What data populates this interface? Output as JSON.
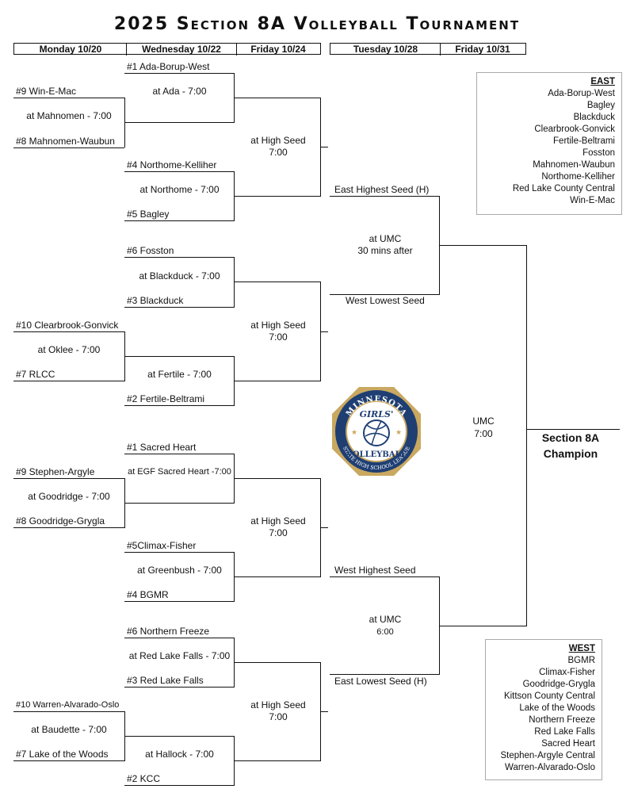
{
  "title": "2025 Section 8A Volleyball Tournament",
  "headers": {
    "h1": "Monday 10/20",
    "h2": "Wednesday 10/22",
    "h3": "Friday 10/24",
    "h4": "Tuesday 10/28",
    "h5": "Friday 10/31"
  },
  "east_bracket": {
    "t1": "#1 Ada-Borup-West",
    "g1_site": "at Ada - 7:00",
    "t9": "#9 Win-E-Mac",
    "g0_site": "at Mahnomen - 7:00",
    "t8": "#8 Mahnomen-Waubun",
    "t4": "#4 Northome-Kelliher",
    "g2_site": "at Northome - 7:00",
    "t5": "#5 Bagley",
    "qf1_site": "at High Seed",
    "qf1_time": "7:00",
    "t6": "#6 Fosston",
    "g3_site": "at Blackduck - 7:00",
    "t3": "#3 Blackduck",
    "t10": "#10 Clearbrook-Gonvick",
    "g00_site": "at Oklee - 7:00",
    "t7": "#7 RLCC",
    "g4_site": "at Fertile - 7:00",
    "t2": "#2 Fertile-Beltrami",
    "qf2_site": "at High Seed",
    "qf2_time": "7:00",
    "semi_top": "East Highest Seed (H)",
    "semi_site": "at UMC",
    "semi_time": "30 mins after",
    "semi_bottom": "West Lowest Seed"
  },
  "west_bracket": {
    "t1": "#1 Sacred Heart",
    "g1_site": "at EGF Sacred Heart -7:00",
    "t9": "#9 Stephen-Argyle",
    "g0_site": "at Goodridge - 7:00",
    "t8": "#8 Goodridge-Grygla",
    "t5": "#5Climax-Fisher",
    "g2_site": "at Greenbush - 7:00",
    "t4": "#4 BGMR",
    "qf1_site": "at High Seed",
    "qf1_time": "7:00",
    "t6": "#6 Northern Freeze",
    "g3_site": "at Red Lake Falls - 7:00",
    "t3": "#3 Red Lake Falls",
    "t10": "#10 Warren-Alvarado-Oslo",
    "g00_site": "at Baudette - 7:00",
    "t7": "#7 Lake of the Woods",
    "g4_site": "at Hallock - 7:00",
    "t2": "#2 KCC",
    "qf2_site": "at High Seed",
    "qf2_time": "7:00",
    "semi_top": "West Highest Seed",
    "semi_site": "at UMC",
    "semi_time": "6:00",
    "semi_bottom": "East Lowest Seed (H)"
  },
  "final": {
    "site": "UMC",
    "time": "7:00",
    "champion": "Section 8A Champion"
  },
  "east_box": {
    "title": "EAST",
    "teams": [
      "Ada-Borup-West",
      "Bagley",
      "Blackduck",
      "Clearbrook-Gonvick",
      "Fertile-Beltrami",
      "Fosston",
      "Mahnomen-Waubun",
      "Northome-Kelliher",
      "Red Lake County Central",
      "Win-E-Mac"
    ]
  },
  "west_box": {
    "title": "WEST",
    "teams": [
      "BGMR",
      "Climax-Fisher",
      "Goodridge-Grygla",
      "Kittson County Central",
      "Lake of the Woods",
      "Northern Freeze",
      "Red Lake Falls",
      "Sacred Heart",
      "Stephen-Argyle Central",
      "Warren-Alvarado-Oslo"
    ]
  },
  "logo": {
    "top_text": "MINNESOTA",
    "mid_text": "GIRLS'",
    "main_text": "VOLLEYBALL",
    "bottom_text": "STATE HIGH SCHOOL LEAGUE",
    "navy": "#1f3f73",
    "gold": "#c9a860"
  }
}
